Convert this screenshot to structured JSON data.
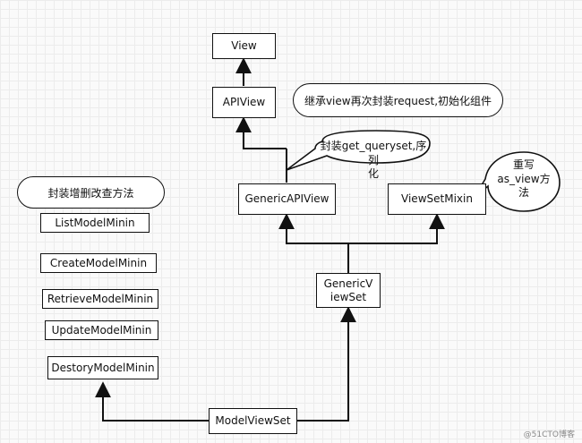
{
  "nodes": {
    "view": "View",
    "apiview": "APIView",
    "generic_apiview": "GenericAPIView",
    "viewset_mixin": "ViewSetMixin",
    "generic_viewset_line1": "GenericV",
    "generic_viewset_line2": "iewSet",
    "model_viewset": "ModelViewSet"
  },
  "mixins": {
    "title": "封装增删改查方法",
    "items": [
      "ListModelMinin",
      "CreateModelMinin",
      "RetrieveModelMinin",
      "UpdateModelMinin",
      "DestoryModelMinin"
    ]
  },
  "notes": {
    "apiview_note": "继承view再次封装request,初始化组件",
    "queryset_note_line1": "封装get_queryset,序列",
    "queryset_note_line2": "化",
    "asview_note_line1": "重写",
    "asview_note_line2": "as_view方",
    "asview_note_line3": "法"
  },
  "watermark": "@51CTO博客"
}
